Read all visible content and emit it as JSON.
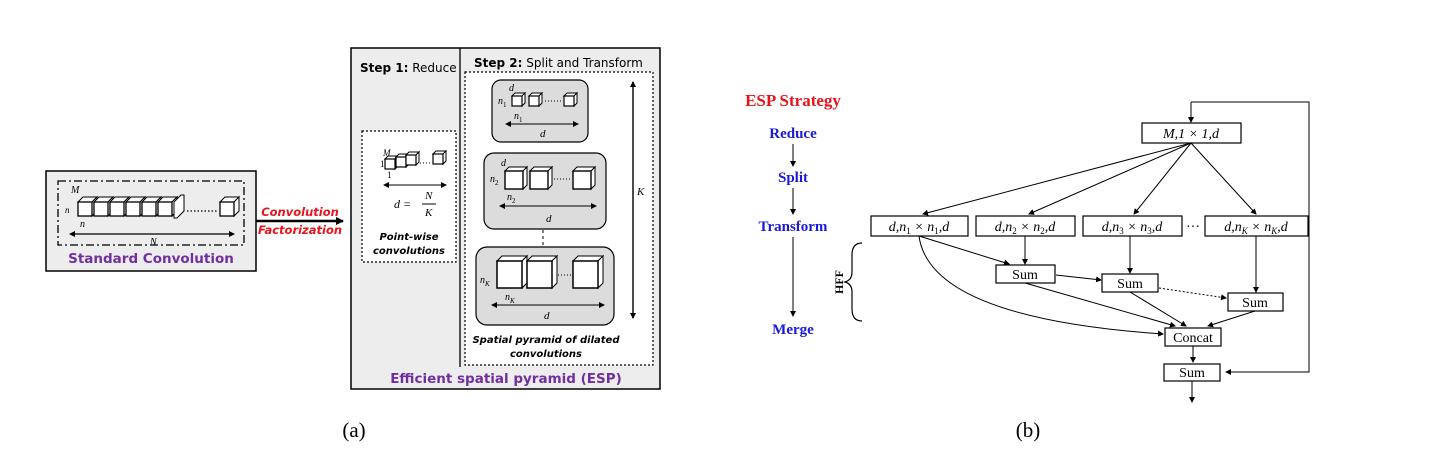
{
  "panel_a": {
    "std_box": {
      "title": "Standard Convolution",
      "label_M": "M",
      "label_n_left": "n",
      "label_n_bottom": "n",
      "label_N": "N"
    },
    "arrow": {
      "line1": "Convolution",
      "line2": "Factorization"
    },
    "esp": {
      "title": "Efficient spatial pyramid (ESP)",
      "step1_bold": "Step 1:",
      "step1_rest": " Reduce",
      "step2_bold": "Step 2:",
      "step2_rest": " Split and Transform",
      "pointwise": {
        "label_M": "M",
        "label_1a": "1",
        "label_1b": "1",
        "eq_d": "d =",
        "frac_num": "N",
        "frac_den": "K",
        "caption1": "Point-wise",
        "caption2": "convolutions"
      },
      "branch1": {
        "d": "d",
        "n": "n",
        "n_sub": "1",
        "bottom_n": "n",
        "bottom_sub": "1",
        "width": "d"
      },
      "branch2": {
        "d": "d",
        "n": "n",
        "n_sub": "2",
        "bottom_n": "n",
        "bottom_sub": "2",
        "width": "d"
      },
      "branchK": {
        "d": "d",
        "n": "n",
        "n_sub": "K",
        "bottom_n": "n",
        "bottom_sub": "K",
        "width": "d"
      },
      "height_label": "K",
      "pyramid_caption1": "Spatial pyramid of dilated",
      "pyramid_caption2": "convolutions"
    },
    "caption": "(a)"
  },
  "panel_b": {
    "strategy_title": "ESP Strategy",
    "steps": [
      "Reduce",
      "Split",
      "Transform",
      "Merge"
    ],
    "hff": "HFF",
    "top_node": {
      "pre": "M,1 × 1,",
      "var": "d"
    },
    "branch_nodes": [
      {
        "p1": "d,n",
        "s1": "1",
        "p2": " × n",
        "s2": "1",
        "p3": ",d"
      },
      {
        "p1": "d,n",
        "s1": "2",
        "p2": " × n",
        "s2": "2",
        "p3": ",d"
      },
      {
        "p1": "d,n",
        "s1": "3",
        "p2": " × n",
        "s2": "3",
        "p3": ",d"
      },
      {
        "p1": "d,n",
        "s1": "K",
        "p2": " × n",
        "s2": "K",
        "p3": ",d"
      }
    ],
    "ellipsis": "···",
    "sum_label": "Sum",
    "concat_label": "Concat",
    "caption": "(b)"
  },
  "colors": {
    "red": "#e8141b",
    "blue": "#1a1adc",
    "purple": "#7030a0",
    "box_gray": "#ededed",
    "inner_gray": "#dcdcdc"
  }
}
